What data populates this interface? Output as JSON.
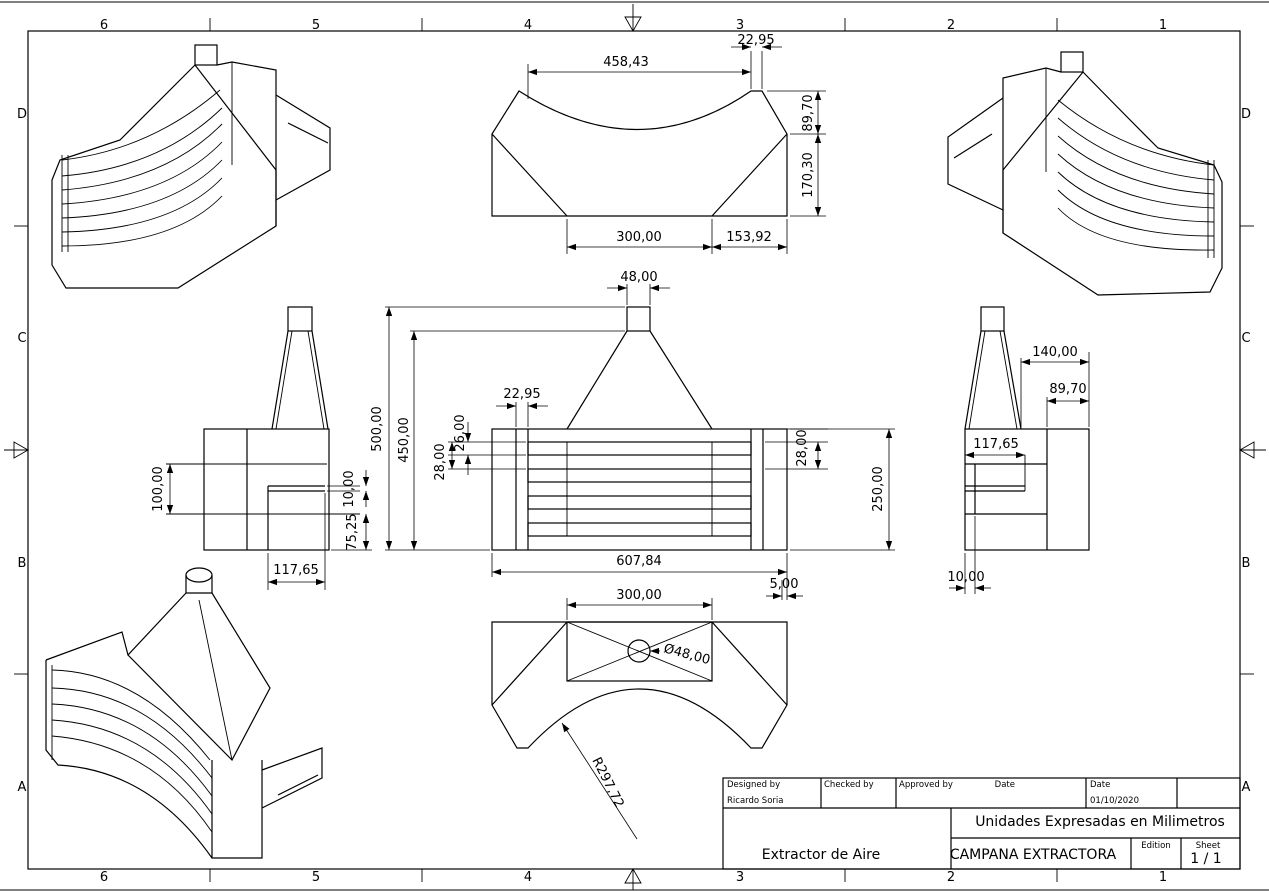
{
  "zones": {
    "columns": [
      "6",
      "5",
      "4",
      "3",
      "2",
      "1"
    ],
    "rows": [
      "D",
      "C",
      "B",
      "A"
    ]
  },
  "dimensions": {
    "top_width": "458,43",
    "top_corner": "22,95",
    "top_h_upper": "89,70",
    "top_h_lower": "170,30",
    "top_bottom_mid": "300,00",
    "top_bottom_side": "153,92",
    "duct_width": "48,00",
    "total_height": "500,00",
    "height_no_duct": "450,00",
    "slat_gap_small": "26,00",
    "slat_pitch_left": "28,00",
    "frame_width": "22,95",
    "slat_pitch_right": "28,00",
    "box_height": "250,00",
    "front_width": "607,84",
    "wall": "5,00",
    "left_slot_height": "100,00",
    "left_slot_thk": "10,00",
    "left_slot_offset": "75,25",
    "left_slot_width": "117,65",
    "right_depth": "140,00",
    "right_upper": "89,70",
    "right_slot_width": "117,65",
    "right_wall": "10,00",
    "bottom_mid": "300,00",
    "hole_diameter": "Ø48,00",
    "arc_radius": "R297,72"
  },
  "title_block": {
    "designed_by_label": "Designed by",
    "checked_by_label": "Checked by",
    "approved_by_label": "Approved by",
    "date_label_1": "Date",
    "date_label_2": "Date",
    "designer": "Ricardo Soria",
    "date": "01/10/2020",
    "units_note": "Unidades Expresadas en Milimetros",
    "part_description": "Extractor de Aire",
    "part_name": "CAMPANA EXTRACTORA",
    "edition_label": "Edition",
    "sheet_label": "Sheet",
    "sheet_value": "1 / 1"
  }
}
